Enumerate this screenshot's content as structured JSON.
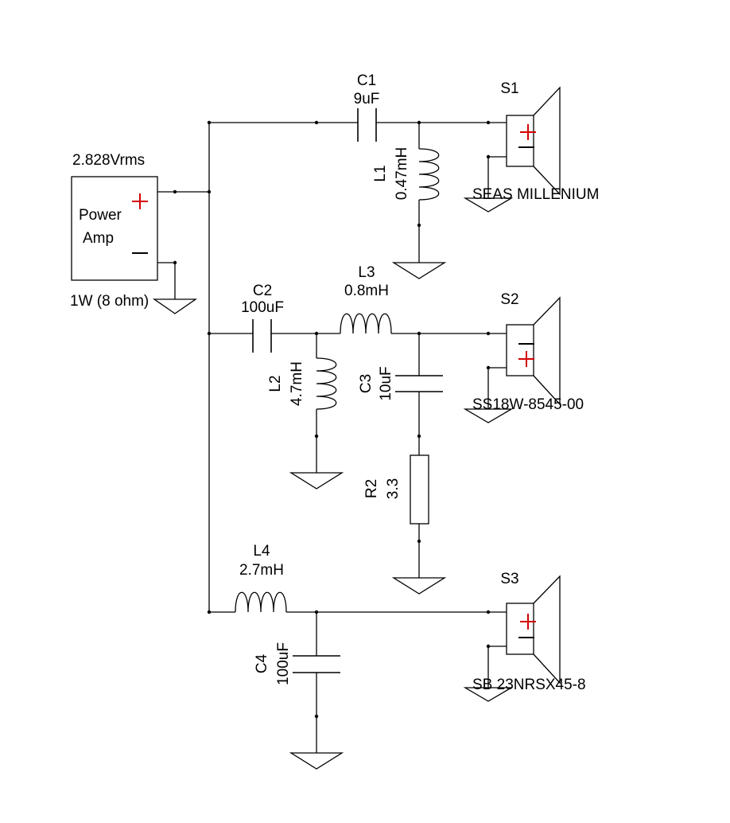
{
  "amplifier": {
    "voltage": "2.828Vrms",
    "line1": "Power",
    "line2": "Amp",
    "power": "1W (8 ohm)"
  },
  "components": {
    "C1": {
      "name": "C1",
      "value": "9uF"
    },
    "L1": {
      "name": "L1",
      "value": "0.47mH"
    },
    "C2": {
      "name": "C2",
      "value": "100uF"
    },
    "L2": {
      "name": "L2",
      "value": "4.7mH"
    },
    "L3": {
      "name": "L3",
      "value": "0.8mH"
    },
    "C3": {
      "name": "C3",
      "value": "10uF"
    },
    "R2": {
      "name": "R2",
      "value": "3.3"
    },
    "L4": {
      "name": "L4",
      "value": "2.7mH"
    },
    "C4": {
      "name": "C4",
      "value": "100uF"
    }
  },
  "speakers": {
    "S1": {
      "name": "S1",
      "model": "SEAS MILLENIUM",
      "polarity": "normal"
    },
    "S2": {
      "name": "S2",
      "model": "SS18W-8545-00",
      "polarity": "inverted"
    },
    "S3": {
      "name": "S3",
      "model": "SB 23NRSX45-8",
      "polarity": "normal"
    }
  },
  "colors": {
    "wire": "#000000",
    "polarity_plus": "#d40000"
  }
}
